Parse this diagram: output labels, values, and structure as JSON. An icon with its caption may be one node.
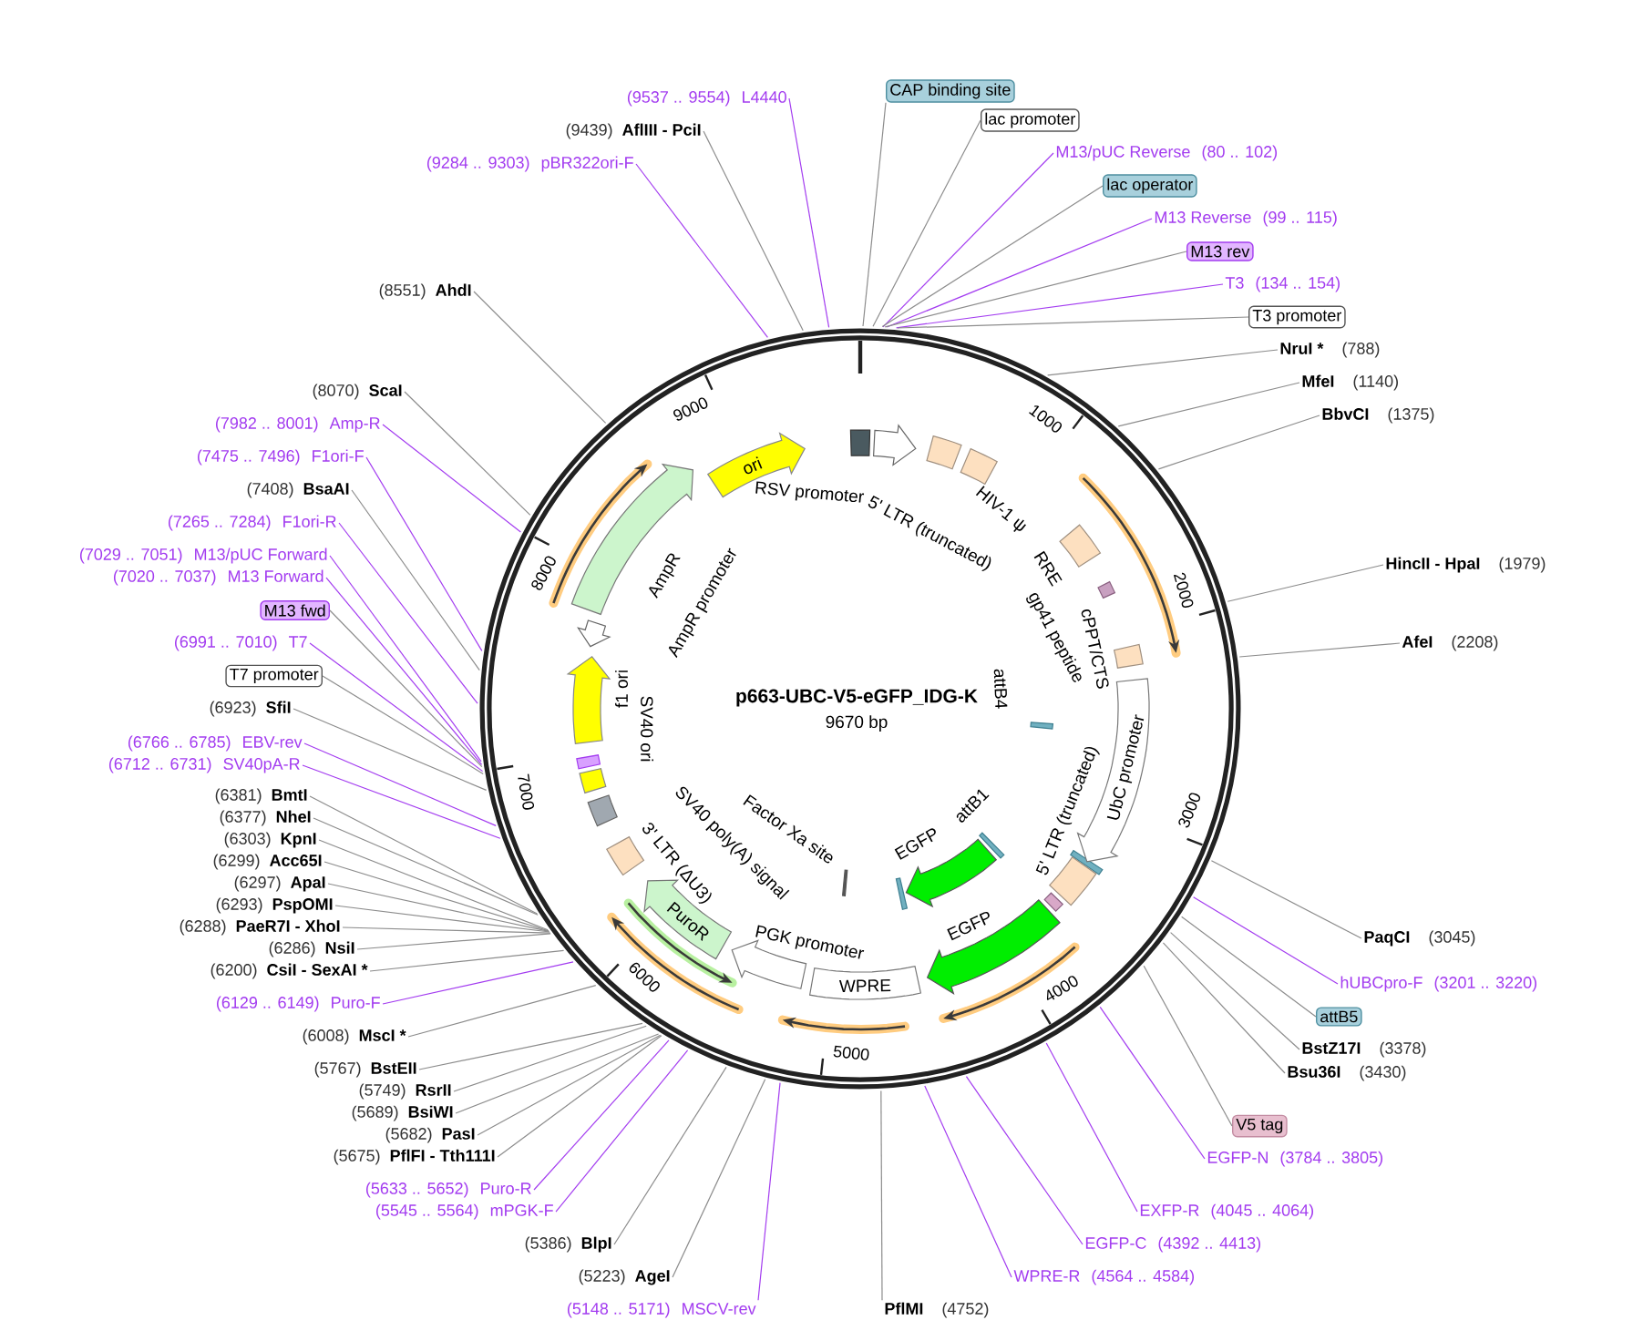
{
  "diagram": {
    "title": "p663-UBC-V5-eGFP_IDG-K",
    "nodes": [
      {
        "text": [
          "(9537 .. 9554)",
          "L4440"
        ]
      },
      {
        "text": [
          "(9439)",
          "AflIII - PciI"
        ]
      },
      {
        "text": [
          "(9284 .. 9303)",
          "pBR322ori-F"
        ]
      },
      {
        "text": [
          "CAP binding site"
        ]
      },
      {
        "text": [
          "lac promoter"
        ]
      },
      {
        "text": [
          "M13/pUC Reverse",
          "(80 .. 102)"
        ]
      },
      {
        "text": [
          "lac operator"
        ]
      },
      {
        "text": [
          "M13 Reverse",
          "(99 .. 115)"
        ]
      },
      {
        "text": [
          "M13 rev"
        ]
      },
      {
        "text": [
          "T3",
          "(134 .. 154)"
        ]
      },
      {
        "text": [
          "T3 promoter"
        ]
      },
      {
        "text": [
          "NruI *",
          "(788)"
        ]
      },
      {
        "text": [
          "MfeI",
          "(1140)"
        ]
      },
      {
        "text": [
          "BbvCI",
          "(1375)"
        ]
      },
      {
        "text": [
          "(8551)",
          "AhdI"
        ]
      },
      {
        "text": [
          "(8070)",
          "ScaI"
        ]
      },
      {
        "text": [
          "(7982 .. 8001)",
          "Amp-R"
        ]
      },
      {
        "text": [
          "(7475 .. 7496)",
          "F1ori-F"
        ]
      },
      {
        "text": [
          "(7408)",
          "BsaAI"
        ]
      },
      {
        "text": [
          "(7265 .. 7284)",
          "F1ori-R"
        ]
      },
      {
        "text": [
          "(7029 .. 7051)",
          "M13/pUC Forward"
        ]
      },
      {
        "text": [
          "(7020 .. 7037)",
          "M13 Forward"
        ]
      },
      {
        "text": [
          "HincII - HpaI",
          "(1979)"
        ]
      },
      {
        "text": [
          "M13 fwd"
        ]
      },
      {
        "text": [
          "AfeI",
          "(2208)"
        ]
      },
      {
        "text": [
          "(6991 .. 7010)",
          "T7"
        ]
      },
      {
        "text": [
          "T7 promoter"
        ]
      },
      {
        "text": [
          "(6923)",
          "SfiI"
        ]
      },
      {
        "text": [
          "(6766 .. 6785)",
          "EBV-rev"
        ]
      },
      {
        "text": [
          "(6712 .. 6731)",
          "SV40pA-R"
        ]
      },
      {
        "text": [
          "(6381)",
          "BmtI"
        ]
      },
      {
        "text": [
          "(6377)",
          "NheI"
        ]
      },
      {
        "text": [
          "(6303)",
          "KpnI"
        ]
      },
      {
        "text": [
          "(6299)",
          "Acc65I"
        ]
      },
      {
        "text": [
          "(6297)",
          "ApaI"
        ]
      },
      {
        "text": [
          "(6293)",
          "PspOMI"
        ]
      },
      {
        "text": [
          "(6288)",
          "PaeR7I - XhoI"
        ]
      },
      {
        "text": [
          "(6286)",
          "NsiI"
        ]
      },
      {
        "text": [
          "PaqCI",
          "(3045)"
        ]
      },
      {
        "text": [
          "(6200)",
          "CsiI - SexAI *"
        ]
      },
      {
        "text": [
          "hUBCpro-F",
          "(3201 .. 3220)"
        ]
      },
      {
        "text": [
          "(6129 .. 6149)",
          "Puro-F"
        ]
      },
      {
        "text": [
          "attB5"
        ]
      },
      {
        "text": [
          "(6008)",
          "MscI *"
        ]
      },
      {
        "text": [
          "BstZ17I",
          "(3378)"
        ]
      },
      {
        "text": [
          "(5767)",
          "BstEII"
        ]
      },
      {
        "text": [
          "Bsu36I",
          "(3430)"
        ]
      },
      {
        "text": [
          "(5749)",
          "RsrII"
        ]
      },
      {
        "text": [
          "(5689)",
          "BsiWI"
        ]
      },
      {
        "text": [
          "V5 tag"
        ]
      },
      {
        "text": [
          "(5682)",
          "PasI"
        ]
      },
      {
        "text": [
          "(5675)",
          "PflFI - Tth111I"
        ]
      },
      {
        "text": [
          "EGFP-N",
          "(3784 .. 3805)"
        ]
      },
      {
        "text": [
          "(5633 .. 5652)",
          "Puro-R"
        ]
      },
      {
        "text": [
          "EXFP-R",
          "(4045 .. 4064)"
        ]
      },
      {
        "text": [
          "(5545 .. 5564)",
          "mPGK-F"
        ]
      },
      {
        "text": [
          "(5386)",
          "BlpI"
        ]
      },
      {
        "text": [
          "EGFP-C",
          "(4392 .. 4413)"
        ]
      },
      {
        "text": [
          "(5223)",
          "AgeI"
        ]
      },
      {
        "text": [
          "WPRE-R",
          "(4564 .. 4584)"
        ]
      },
      {
        "text": [
          "(5148 .. 5171)",
          "MSCV-rev"
        ]
      },
      {
        "text": [
          "PflMI",
          "(4752)"
        ]
      },
      {
        "text": [
          "ori"
        ]
      },
      {
        "text": [
          "UbC promoter"
        ]
      },
      {
        "text": [
          "WPRE"
        ]
      },
      {
        "text": [
          "PuroR"
        ]
      },
      {
        "text": [
          "EGFP"
        ]
      },
      {
        "text": [
          "PGK promoter"
        ]
      },
      {
        "text": [
          "EGFP"
        ]
      }
    ],
    "edges": [
      {
        "from": 0,
        "to": null,
        "arrow": "none",
        "color": "#a33cf0"
      },
      {
        "from": 1,
        "to": null,
        "arrow": "none"
      },
      {
        "from": 2,
        "to": null,
        "arrow": "none",
        "color": "#a33cf0"
      },
      {
        "from": 3,
        "to": null,
        "arrow": "none"
      },
      {
        "from": 4,
        "to": null,
        "arrow": "none"
      },
      {
        "from": 5,
        "to": null,
        "arrow": "none",
        "color": "#a33cf0"
      },
      {
        "from": 6,
        "to": null,
        "arrow": "none"
      },
      {
        "from": 7,
        "to": null,
        "arrow": "none",
        "color": "#a33cf0"
      },
      {
        "from": 8,
        "to": null,
        "arrow": "none"
      },
      {
        "from": 9,
        "to": null,
        "arrow": "none",
        "color": "#a33cf0"
      },
      {
        "from": 10,
        "to": null,
        "arrow": "none"
      },
      {
        "from": 11,
        "to": null,
        "arrow": "none"
      },
      {
        "from": 12,
        "to": null,
        "arrow": "none"
      },
      {
        "from": 13,
        "to": null,
        "arrow": "none"
      },
      {
        "from": 14,
        "to": null,
        "arrow": "none"
      },
      {
        "from": 15,
        "to": null,
        "arrow": "none"
      },
      {
        "from": 16,
        "to": null,
        "arrow": "none",
        "color": "#a33cf0"
      },
      {
        "from": 17,
        "to": null,
        "arrow": "none",
        "color": "#a33cf0"
      },
      {
        "from": 18,
        "to": null,
        "arrow": "none"
      },
      {
        "from": 19,
        "to": null,
        "arrow": "none",
        "color": "#a33cf0"
      },
      {
        "from": 20,
        "to": null,
        "arrow": "none",
        "color": "#a33cf0"
      },
      {
        "from": 21,
        "to": null,
        "arrow": "none",
        "color": "#a33cf0"
      },
      {
        "from": 22,
        "to": null,
        "arrow": "none"
      },
      {
        "from": 23,
        "to": null,
        "arrow": "none"
      },
      {
        "from": 24,
        "to": null,
        "arrow": "none"
      },
      {
        "from": 25,
        "to": null,
        "arrow": "none",
        "color": "#a33cf0"
      },
      {
        "from": 26,
        "to": null,
        "arrow": "none"
      },
      {
        "from": 27,
        "to": null,
        "arrow": "none"
      },
      {
        "from": 28,
        "to": null,
        "arrow": "none",
        "color": "#a33cf0"
      },
      {
        "from": 29,
        "to": null,
        "arrow": "none",
        "color": "#a33cf0"
      },
      {
        "from": 30,
        "to": null,
        "arrow": "none"
      },
      {
        "from": 31,
        "to": null,
        "arrow": "none"
      },
      {
        "from": 32,
        "to": null,
        "arrow": "none"
      },
      {
        "from": 33,
        "to": null,
        "arrow": "none"
      },
      {
        "from": 34,
        "to": null,
        "arrow": "none"
      },
      {
        "from": 35,
        "to": null,
        "arrow": "none"
      },
      {
        "from": 36,
        "to": null,
        "arrow": "none"
      },
      {
        "from": 37,
        "to": null,
        "arrow": "none"
      },
      {
        "from": 38,
        "to": null,
        "arrow": "none"
      },
      {
        "from": 39,
        "to": null,
        "arrow": "none"
      },
      {
        "from": 40,
        "to": null,
        "arrow": "none",
        "color": "#a33cf0"
      },
      {
        "from": 41,
        "to": null,
        "arrow": "none",
        "color": "#a33cf0"
      },
      {
        "from": 42,
        "to": null,
        "arrow": "none"
      },
      {
        "from": 43,
        "to": null,
        "arrow": "none"
      },
      {
        "from": 44,
        "to": null,
        "arrow": "none"
      },
      {
        "from": 45,
        "to": null,
        "arrow": "none"
      },
      {
        "from": 46,
        "to": null,
        "arrow": "none"
      },
      {
        "from": 47,
        "to": null,
        "arrow": "none"
      },
      {
        "from": 48,
        "to": null,
        "arrow": "none"
      },
      {
        "from": 49,
        "to": null,
        "arrow": "none"
      },
      {
        "from": 50,
        "to": null,
        "arrow": "none"
      },
      {
        "from": 51,
        "to": null,
        "arrow": "none"
      },
      {
        "from": 52,
        "to": null,
        "arrow": "none",
        "color": "#a33cf0"
      },
      {
        "from": 53,
        "to": null,
        "arrow": "none",
        "color": "#a33cf0"
      },
      {
        "from": 54,
        "to": null,
        "arrow": "none",
        "color": "#a33cf0"
      },
      {
        "from": 55,
        "to": null,
        "arrow": "none",
        "color": "#a33cf0"
      },
      {
        "from": 56,
        "to": null,
        "arrow": "none"
      },
      {
        "from": 57,
        "to": null,
        "arrow": "none",
        "color": "#a33cf0"
      },
      {
        "from": 58,
        "to": null,
        "arrow": "none"
      },
      {
        "from": 59,
        "to": null,
        "arrow": "none",
        "color": "#a33cf0"
      },
      {
        "from": 60,
        "to": null,
        "arrow": "none",
        "color": "#a33cf0"
      },
      {
        "from": 61,
        "to": null,
        "arrow": "none"
      }
    ],
    "labels": [
      "9670 bp",
      "1000",
      "2000",
      "3000",
      "4000",
      "5000",
      "6000",
      "7000",
      "8000",
      "9000",
      "RSV promoter",
      "5' LTR (truncated)",
      "HIV-1 ψ",
      "RRE",
      "gp41 peptide",
      "cPPT/CTS",
      "attB4",
      "5' LTR (truncated)",
      "attB1",
      "Factor Xa site",
      "SV40 poly(A) signal",
      "3' LTR (ΔU3)",
      "SV40 ori",
      "f1 ori",
      "AmpR promoter",
      "AmpR"
    ]
  }
}
